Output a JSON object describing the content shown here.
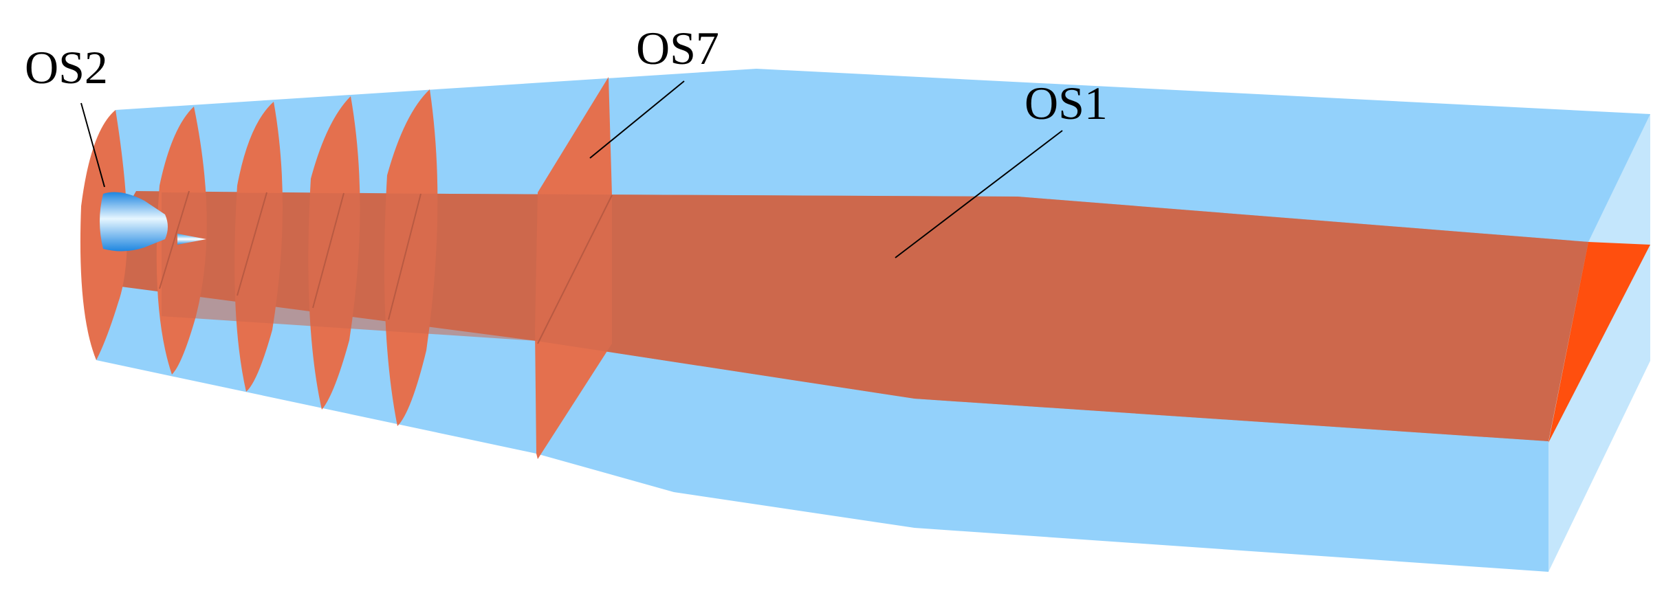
{
  "labels": {
    "os2": "OS2",
    "os7": "OS7",
    "os1": "OS1"
  },
  "colors": {
    "duct_fill": "#93d1fb",
    "duct_end_face": "#c4e6fc",
    "midplane": "#cd684c",
    "cross_section": "#e4704e",
    "outlet_face": "#ff4f0e",
    "body_light": "#6ec8f5",
    "body_dark": "#1f86e0"
  }
}
